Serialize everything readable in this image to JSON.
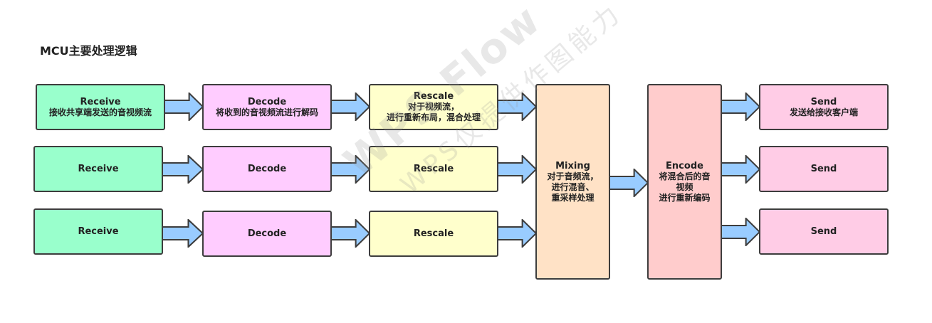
{
  "title": "MCU主要处理逻辑",
  "row1": {
    "receive": [
      "Receive",
      "接收共享端发送的音视频流"
    ],
    "decode": [
      "Decode",
      "将收到的音视频流进行解码"
    ],
    "rescale": [
      "Rescale",
      "对于视频流，",
      "进行重新布局，混合处理"
    ],
    "send": [
      "Send",
      "发送给接收客户端"
    ]
  },
  "row2": {
    "receive": "Receive",
    "decode": "Decode",
    "rescale": "Rescale",
    "send": "Send"
  },
  "row3": {
    "receive": "Receive",
    "decode": "Decode",
    "rescale": "Rescale",
    "send": "Send"
  },
  "mixing": [
    "Mixing",
    "对于音频流，",
    "进行混音、",
    "重采样处理"
  ],
  "encode": [
    "Encode",
    "将混合后的音",
    "视频",
    "进行重新编码"
  ],
  "watermark": [
    "WPS Flow",
    "WPS仅提供作图能力"
  ],
  "colors": {
    "receive": "#99ffcc",
    "decode": "#ffccff",
    "rescale": "#ffffcc",
    "mixing": "#ffe2c6",
    "encode": "#ffcccc",
    "send": "#ffcce6",
    "arrow": "#99ccff"
  }
}
